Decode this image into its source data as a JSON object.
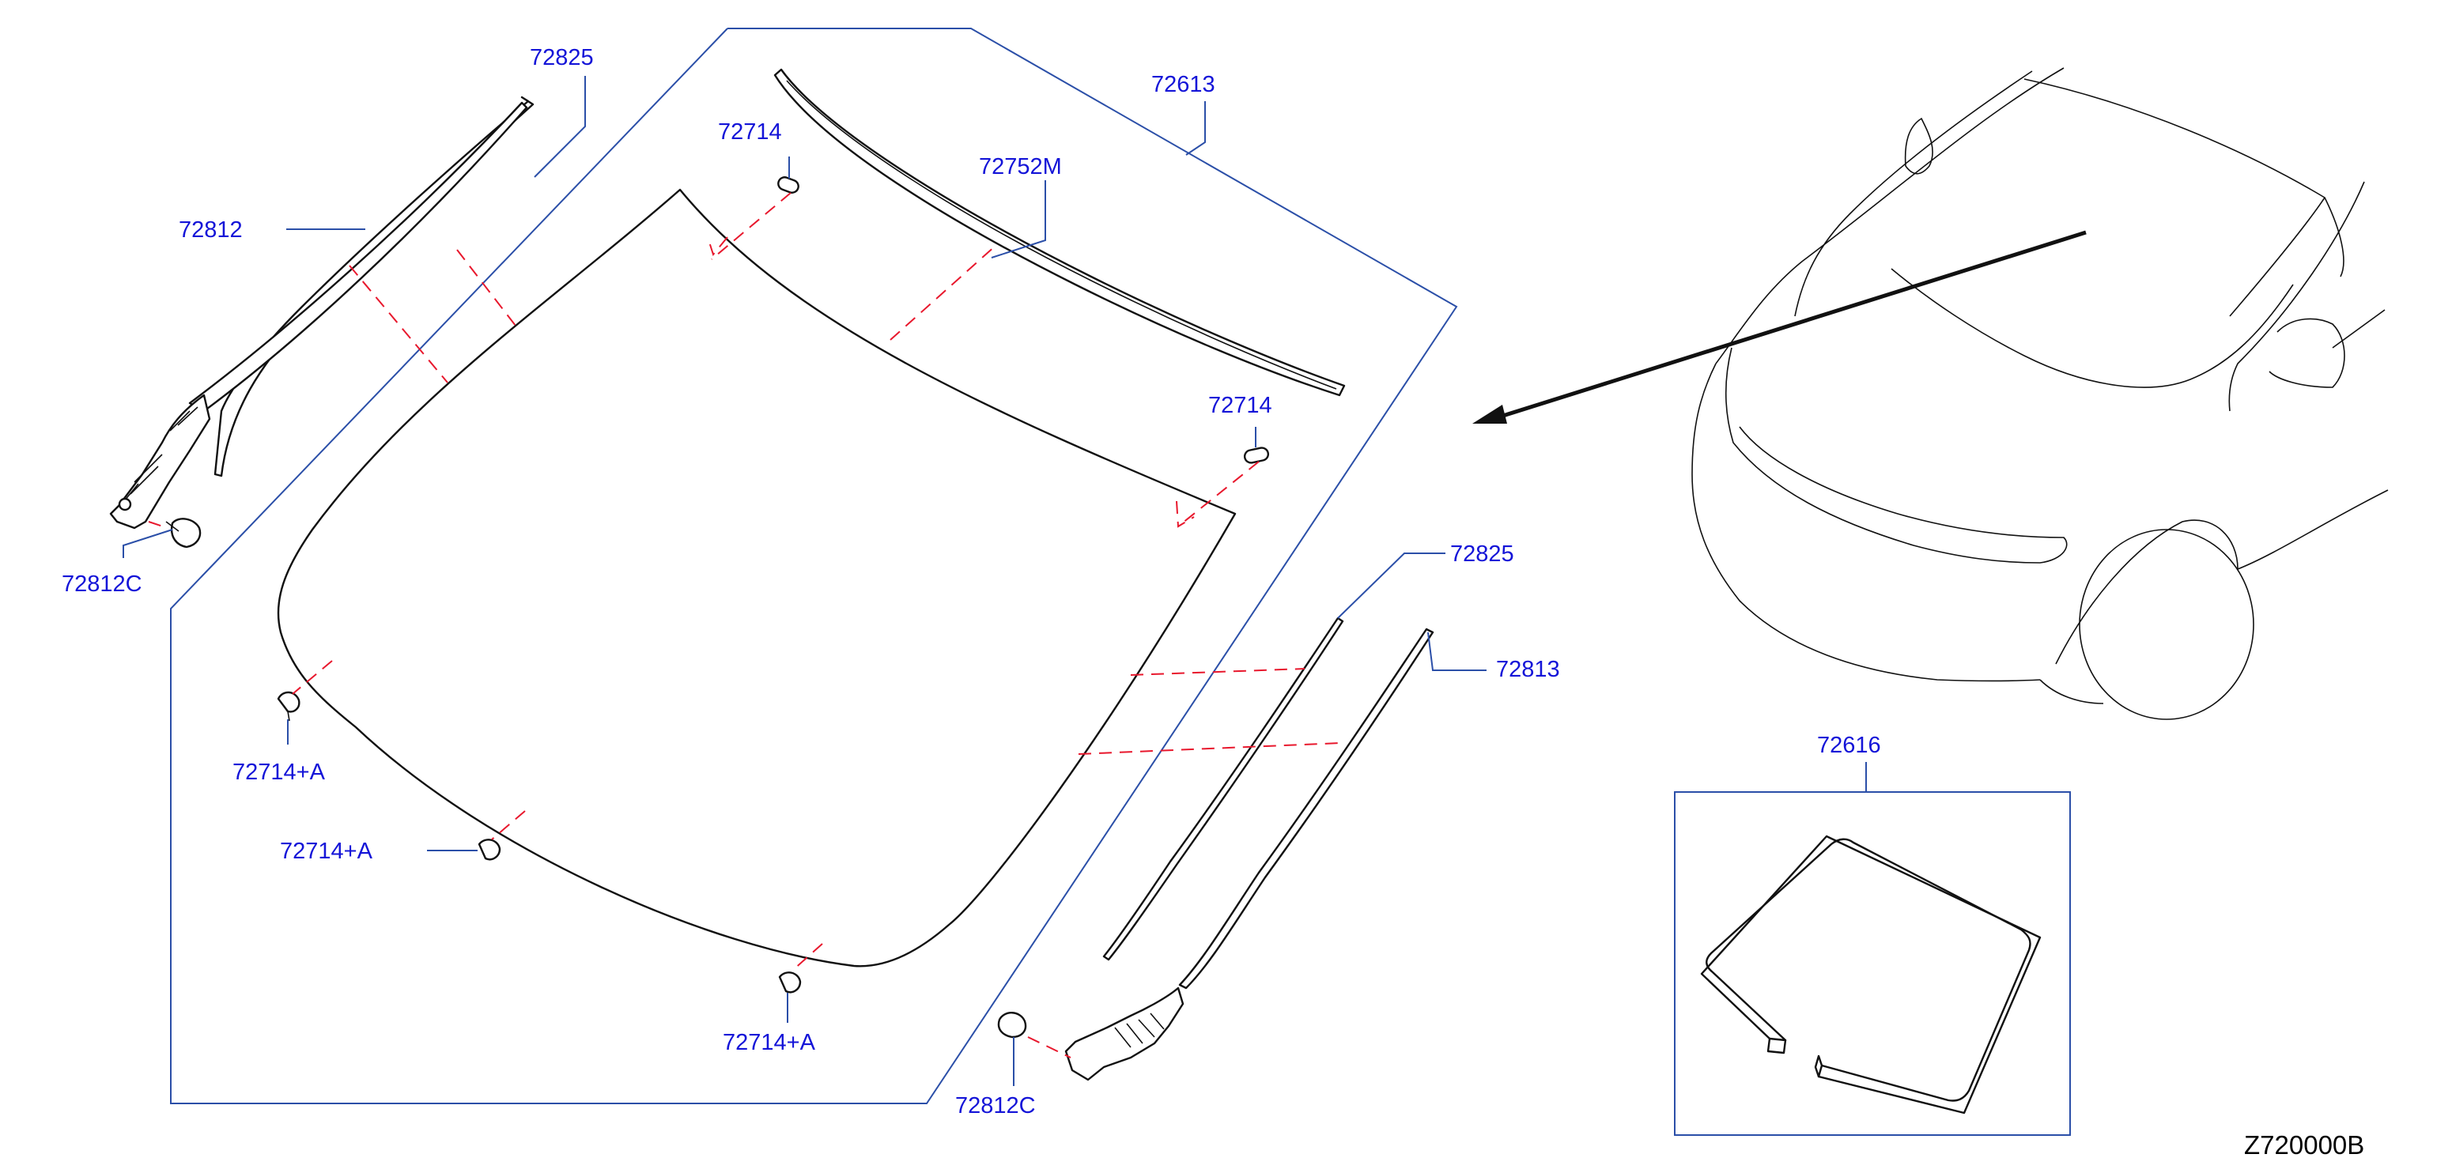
{
  "colors": {
    "label_text": "#1414d8",
    "leader_line": "#2b4fa8",
    "dashed_line": "#e8182d",
    "part_outline": "#111111",
    "diagram_code": "#000000"
  },
  "labels": {
    "molding_upper_top": "72825",
    "molding_left": "72812",
    "clip_left_bottom": "72812C",
    "windshield_glass": "72613",
    "spacer_top": "72714",
    "molding_top": "72752M",
    "spacer_right": "72714",
    "molding_right_upper": "72825",
    "molding_right": "72813",
    "stopper_left": "72714+A",
    "stopper_bottom_left": "72714+A",
    "stopper_bottom": "72714+A",
    "clip_right_bottom": "72812C",
    "dam_rubber": "72616"
  },
  "diagram_code": "Z720000B"
}
